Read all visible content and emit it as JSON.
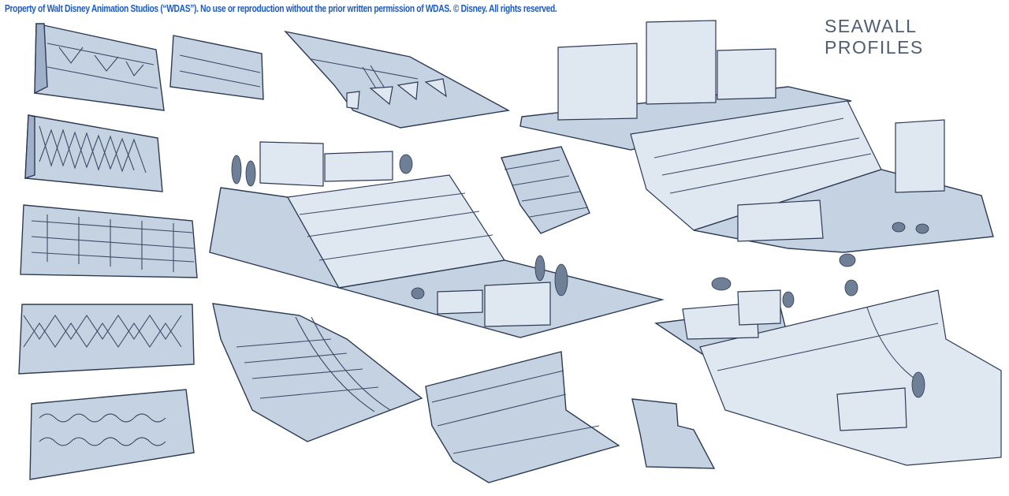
{
  "copyright": "Property of Walt Disney Animation Studios (“WDAS”).  No use or reproduction without the prior written permission of WDAS.  © Disney.  All rights reserved.",
  "title": {
    "line1": "SEAWALL",
    "line2": "PROFILES"
  },
  "colors": {
    "fill": "#c5d2e2",
    "line": "#2c3a55",
    "copyright": "#1d5cc4",
    "title": "#4f5e74"
  }
}
